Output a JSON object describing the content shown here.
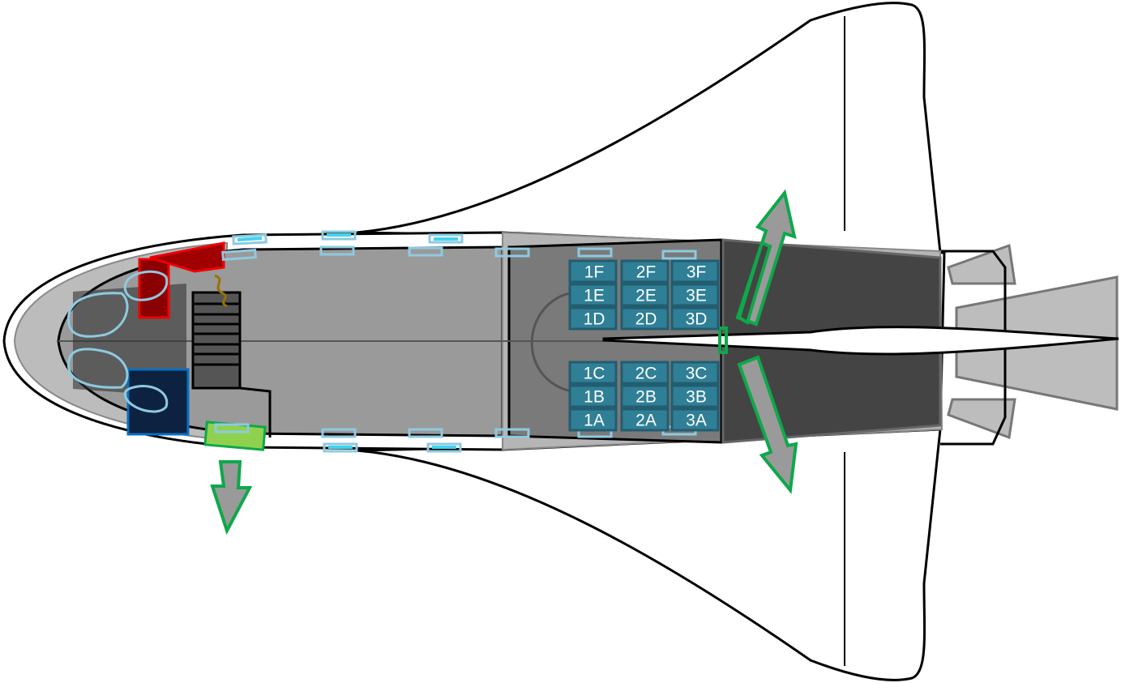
{
  "diagram": {
    "colors": {
      "seat_fill": "#2f7f97",
      "seat_border": "#235d6f",
      "window": "#8ecae0",
      "window_active": "#3fd4ee",
      "exit_arrow": "#0ea84a",
      "hull_gray": "#9a9a9a"
    },
    "seats": [
      {
        "id": "1F",
        "label": "1F"
      },
      {
        "id": "2F",
        "label": "2F"
      },
      {
        "id": "3F",
        "label": "3F"
      },
      {
        "id": "1E",
        "label": "1E"
      },
      {
        "id": "2E",
        "label": "2E"
      },
      {
        "id": "3E",
        "label": "3E"
      },
      {
        "id": "1D",
        "label": "1D"
      },
      {
        "id": "2D",
        "label": "2D"
      },
      {
        "id": "3D",
        "label": "3D"
      },
      {
        "id": "1C",
        "label": "1C"
      },
      {
        "id": "2C",
        "label": "2C"
      },
      {
        "id": "3C",
        "label": "3C"
      },
      {
        "id": "1B",
        "label": "1B"
      },
      {
        "id": "2B",
        "label": "2B"
      },
      {
        "id": "3B",
        "label": "3B"
      },
      {
        "id": "1A",
        "label": "1A"
      },
      {
        "id": "2A",
        "label": "2A"
      },
      {
        "id": "3A",
        "label": "3A"
      }
    ]
  }
}
